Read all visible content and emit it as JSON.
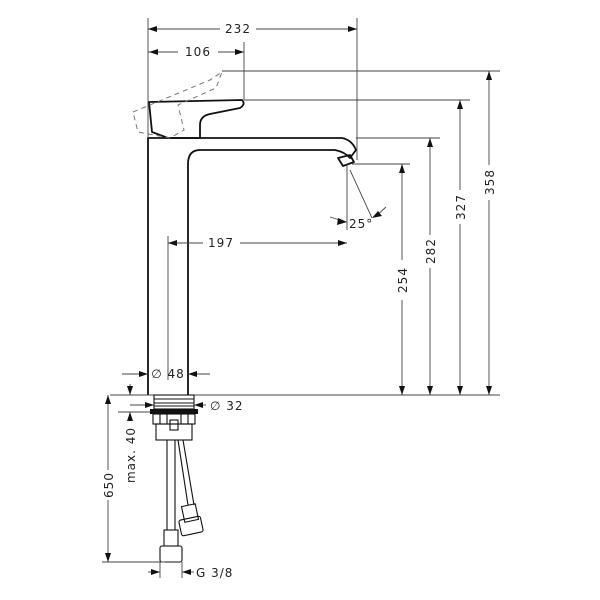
{
  "drawing": {
    "title": "Basin mixer technical dimension drawing",
    "units": "mm",
    "colors": {
      "line": "#111111",
      "dimension": "#444444",
      "background": "#ffffff"
    }
  },
  "dimensions": {
    "overall_reach": "232",
    "handle_reach": "106",
    "spout_reach_from_axis": "197",
    "spray_angle": "25°",
    "outlet_height": "254",
    "spout_top_height": "282",
    "handle_top_height": "327",
    "handle_open_height": "358",
    "body_diameter": "∅ 48",
    "shank_diameter": "∅ 32",
    "max_deck_thickness": "max. 40",
    "hose_length": "650",
    "connection_thread": "G 3/8"
  }
}
